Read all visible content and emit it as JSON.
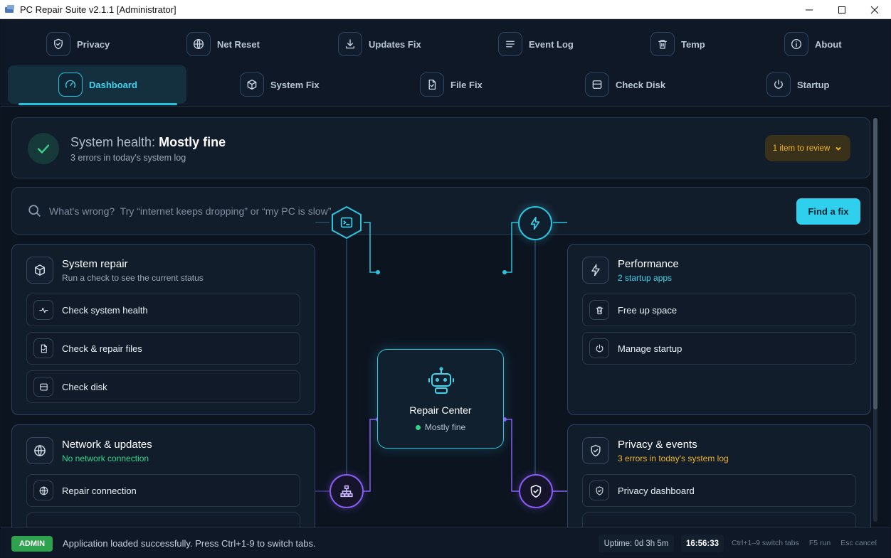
{
  "window": {
    "title": "PC Repair Suite v2.1.1 [Administrator]"
  },
  "nav": {
    "row1": [
      {
        "label": "Privacy",
        "icon": "shield-check-icon"
      },
      {
        "label": "Net Reset",
        "icon": "globe-icon"
      },
      {
        "label": "Updates Fix",
        "icon": "download-icon"
      },
      {
        "label": "Event Log",
        "icon": "lines-icon"
      },
      {
        "label": "Temp",
        "icon": "trash-icon"
      },
      {
        "label": "About",
        "icon": "info-icon"
      }
    ],
    "row2": [
      {
        "label": "Dashboard",
        "icon": "gauge-icon",
        "active": true
      },
      {
        "label": "System Fix",
        "icon": "cube-icon"
      },
      {
        "label": "File Fix",
        "icon": "file-check-icon"
      },
      {
        "label": "Check Disk",
        "icon": "disk-icon"
      },
      {
        "label": "Startup",
        "icon": "power-icon"
      }
    ]
  },
  "health": {
    "label": "System health:",
    "value": "Mostly fine",
    "sub": "3 errors in today's system log",
    "review_label": "1 item to review"
  },
  "search": {
    "placeholder": "What's wrong?  Try “internet keeps dropping” or “my PC is slow”",
    "button": "Find a fix"
  },
  "panels": {
    "system": {
      "title": "System repair",
      "sub": "Run a check to see the current status",
      "actions": [
        "Check system health",
        "Check & repair files",
        "Check disk"
      ]
    },
    "performance": {
      "title": "Performance",
      "sub": "2 startup apps",
      "actions": [
        "Free up space",
        "Manage startup"
      ]
    },
    "network": {
      "title": "Network & updates",
      "sub": "No network connection",
      "actions": [
        "Repair connection"
      ]
    },
    "privacy": {
      "title": "Privacy & events",
      "sub": "3 errors in today's system log",
      "actions": [
        "Privacy dashboard"
      ]
    }
  },
  "hub": {
    "title": "Repair Center",
    "status": "Mostly fine"
  },
  "statusbar": {
    "badge": "ADMIN",
    "message": "Application loaded successfully. Press Ctrl+1-9 to switch tabs.",
    "uptime": "Uptime: 0d 3h 5m",
    "clock": "16:56:33",
    "hints": [
      "Ctrl+1–9  switch tabs",
      "F5  run",
      "Esc  cancel"
    ]
  },
  "colors": {
    "accent": "#2fd0ee",
    "violet": "#8a5cf6",
    "ok": "#2fd68a",
    "warn": "#f0b429",
    "background": "#0c1420"
  }
}
